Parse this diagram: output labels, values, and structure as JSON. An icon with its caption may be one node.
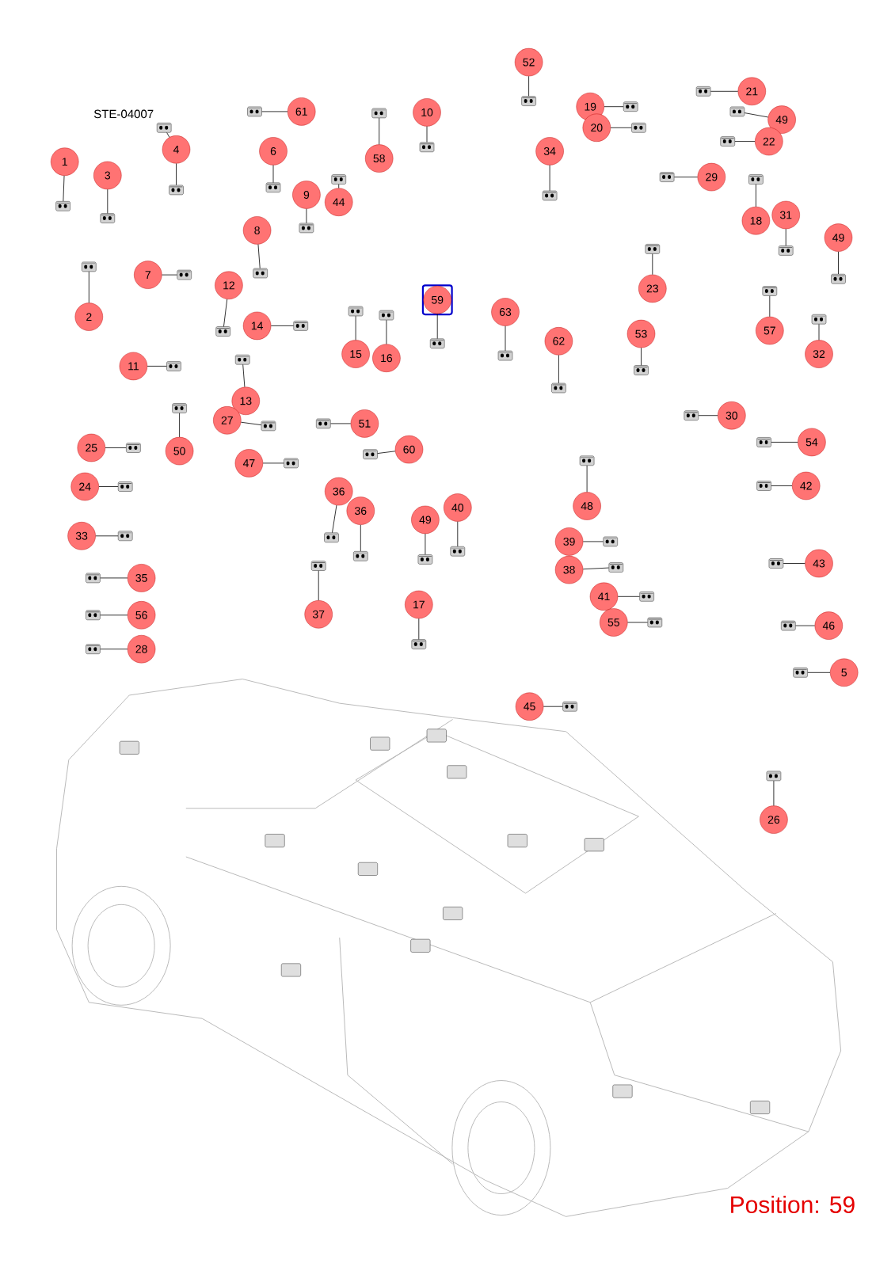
{
  "diagram": {
    "nodes": [
      {
        "text": [
          "1"
        ]
      },
      {
        "text": [
          "3"
        ]
      },
      {
        "text": [
          "2"
        ]
      },
      {
        "text": [
          "4"
        ]
      },
      {
        "text": [
          "61"
        ]
      },
      {
        "text": [
          "6"
        ]
      },
      {
        "text": [
          "7"
        ]
      },
      {
        "text": [
          "8"
        ]
      },
      {
        "text": [
          "9"
        ]
      },
      {
        "text": [
          "44"
        ]
      },
      {
        "text": [
          "10"
        ]
      },
      {
        "text": [
          "58"
        ]
      },
      {
        "text": [
          "52"
        ]
      },
      {
        "text": [
          "34"
        ]
      },
      {
        "text": [
          "19"
        ]
      },
      {
        "text": [
          "20"
        ]
      },
      {
        "text": [
          "21"
        ]
      },
      {
        "text": [
          "49"
        ]
      },
      {
        "text": [
          "22"
        ]
      },
      {
        "text": [
          "29"
        ]
      },
      {
        "text": [
          "18"
        ]
      },
      {
        "text": [
          "31"
        ]
      },
      {
        "text": [
          "49"
        ]
      },
      {
        "text": [
          "23"
        ]
      },
      {
        "text": [
          "57"
        ]
      },
      {
        "text": [
          "32"
        ]
      },
      {
        "text": [
          "12"
        ]
      },
      {
        "text": [
          "14"
        ]
      },
      {
        "text": [
          "15"
        ]
      },
      {
        "text": [
          "16"
        ]
      },
      {
        "text": [
          "59"
        ]
      },
      {
        "text": [
          "63"
        ]
      },
      {
        "text": [
          "11"
        ]
      },
      {
        "text": [
          "13"
        ]
      },
      {
        "text": [
          "62"
        ]
      },
      {
        "text": [
          "53"
        ]
      },
      {
        "text": [
          "27"
        ]
      },
      {
        "text": [
          "51"
        ]
      },
      {
        "text": [
          "50"
        ]
      },
      {
        "text": [
          "30"
        ]
      },
      {
        "text": [
          "25"
        ]
      },
      {
        "text": [
          "47"
        ]
      },
      {
        "text": [
          "60"
        ]
      },
      {
        "text": [
          "54"
        ]
      },
      {
        "text": [
          "24"
        ]
      },
      {
        "text": [
          "36"
        ]
      },
      {
        "text": [
          "36"
        ]
      },
      {
        "text": [
          "42"
        ]
      },
      {
        "text": [
          "48"
        ]
      },
      {
        "text": [
          "49"
        ]
      },
      {
        "text": [
          "40"
        ]
      },
      {
        "text": [
          "33"
        ]
      },
      {
        "text": [
          "39"
        ]
      },
      {
        "text": [
          "38"
        ]
      },
      {
        "text": [
          "43"
        ]
      },
      {
        "text": [
          "35"
        ]
      },
      {
        "text": [
          "41"
        ]
      },
      {
        "text": [
          "37"
        ]
      },
      {
        "text": [
          "17"
        ]
      },
      {
        "text": [
          "56"
        ]
      },
      {
        "text": [
          "55"
        ]
      },
      {
        "text": [
          "46"
        ]
      },
      {
        "text": [
          "28"
        ]
      },
      {
        "text": [
          "5"
        ]
      },
      {
        "text": [
          "45"
        ]
      },
      {
        "text": [
          "26"
        ]
      },
      {
        "text": [],
        "shape": "picture"
      },
      {
        "text": [],
        "shape": "picture"
      },
      {
        "text": [],
        "shape": "picture"
      },
      {
        "text": [],
        "shape": "picture"
      },
      {
        "text": [],
        "shape": "picture"
      },
      {
        "text": [],
        "shape": "picture"
      },
      {
        "text": [],
        "shape": "picture"
      },
      {
        "text": [],
        "shape": "picture"
      },
      {
        "text": [],
        "shape": "picture"
      },
      {
        "text": [],
        "shape": "picture"
      },
      {
        "text": [],
        "shape": "picture"
      },
      {
        "text": [],
        "shape": "picture"
      },
      {
        "text": [],
        "shape": "picture"
      },
      {
        "text": [],
        "shape": "picture"
      },
      {
        "text": [],
        "shape": "picture"
      },
      {
        "text": [],
        "shape": "picture"
      },
      {
        "text": [],
        "shape": "picture"
      },
      {
        "text": [],
        "shape": "picture"
      },
      {
        "text": [],
        "shape": "picture"
      },
      {
        "text": [],
        "shape": "picture"
      },
      {
        "text": [],
        "shape": "picture"
      },
      {
        "text": [],
        "shape": "picture"
      },
      {
        "text": [],
        "shape": "picture"
      },
      {
        "text": [],
        "shape": "picture"
      },
      {
        "text": [],
        "shape": "picture"
      },
      {
        "text": [],
        "shape": "picture"
      },
      {
        "text": [],
        "shape": "picture"
      },
      {
        "text": [],
        "shape": "picture"
      },
      {
        "text": [],
        "shape": "picture"
      },
      {
        "text": [],
        "shape": "picture"
      },
      {
        "text": [],
        "shape": "picture"
      },
      {
        "text": [],
        "shape": "picture"
      },
      {
        "text": [],
        "shape": "picture"
      },
      {
        "text": [],
        "shape": "picture"
      },
      {
        "text": [],
        "shape": "picture"
      },
      {
        "text": [],
        "shape": "picture"
      },
      {
        "text": [],
        "shape": "picture"
      },
      {
        "text": [],
        "shape": "picture"
      },
      {
        "text": [],
        "shape": "picture"
      },
      {
        "text": [],
        "shape": "picture"
      },
      {
        "text": [],
        "shape": "picture"
      },
      {
        "text": [],
        "shape": "picture"
      },
      {
        "text": [],
        "shape": "picture"
      },
      {
        "text": [],
        "shape": "picture"
      },
      {
        "text": [],
        "shape": "picture"
      },
      {
        "text": [],
        "shape": "picture"
      },
      {
        "text": [],
        "shape": "picture"
      },
      {
        "text": [],
        "shape": "picture"
      },
      {
        "text": [],
        "shape": "picture"
      },
      {
        "text": [],
        "shape": "picture"
      },
      {
        "text": [],
        "shape": "picture"
      },
      {
        "text": [],
        "shape": "picture"
      },
      {
        "text": [],
        "shape": "picture"
      },
      {
        "text": [],
        "shape": "picture"
      },
      {
        "text": [],
        "shape": "picture"
      },
      {
        "text": [],
        "shape": "picture"
      },
      {
        "text": [],
        "shape": "picture"
      },
      {
        "text": [],
        "shape": "picture"
      },
      {
        "text": [],
        "shape": "picture"
      },
      {
        "text": [],
        "shape": "picture"
      },
      {
        "text": [],
        "shape": "picture"
      },
      {
        "text": [],
        "shape": "picture"
      },
      {
        "text": [],
        "shape": "picture"
      },
      {
        "text": [],
        "shape": "picture"
      },
      {
        "text": [],
        "shape": "picture"
      },
      {
        "text": [],
        "shape": "picture"
      },
      {
        "text": [],
        "shape": "picture"
      }
    ],
    "edges": [
      {
        "from": 0,
        "to": 66,
        "arrow": "none"
      },
      {
        "from": 1,
        "to": 67,
        "arrow": "none"
      },
      {
        "from": 2,
        "to": 68,
        "arrow": "none"
      },
      {
        "from": 3,
        "to": 69,
        "arrow": "none"
      },
      {
        "from": 3,
        "to": 70,
        "arrow": "none"
      },
      {
        "from": 4,
        "to": 71,
        "arrow": "none"
      },
      {
        "from": 5,
        "to": 72,
        "arrow": "none"
      },
      {
        "from": 6,
        "to": 73,
        "arrow": "none"
      },
      {
        "from": 7,
        "to": 74,
        "arrow": "none"
      },
      {
        "from": 8,
        "to": 75,
        "arrow": "none"
      },
      {
        "from": 9,
        "to": 76,
        "arrow": "none"
      },
      {
        "from": 10,
        "to": 77,
        "arrow": "none"
      },
      {
        "from": 11,
        "to": 78,
        "arrow": "none"
      },
      {
        "from": 12,
        "to": 79,
        "arrow": "none"
      },
      {
        "from": 13,
        "to": 80,
        "arrow": "none"
      },
      {
        "from": 14,
        "to": 81,
        "arrow": "none"
      },
      {
        "from": 15,
        "to": 82,
        "arrow": "none"
      },
      {
        "from": 16,
        "to": 83,
        "arrow": "none"
      },
      {
        "from": 17,
        "to": 84,
        "arrow": "none"
      },
      {
        "from": 18,
        "to": 85,
        "arrow": "none"
      },
      {
        "from": 19,
        "to": 86,
        "arrow": "none"
      },
      {
        "from": 20,
        "to": 87,
        "arrow": "none"
      },
      {
        "from": 21,
        "to": 88,
        "arrow": "none"
      },
      {
        "from": 22,
        "to": 89,
        "arrow": "none"
      },
      {
        "from": 23,
        "to": 90,
        "arrow": "none"
      },
      {
        "from": 24,
        "to": 91,
        "arrow": "none"
      },
      {
        "from": 25,
        "to": 92,
        "arrow": "none"
      },
      {
        "from": 26,
        "to": 93,
        "arrow": "none"
      },
      {
        "from": 27,
        "to": 94,
        "arrow": "none"
      },
      {
        "from": 28,
        "to": 95,
        "arrow": "none"
      },
      {
        "from": 29,
        "to": 96,
        "arrow": "none"
      },
      {
        "from": 30,
        "to": 97,
        "arrow": "none"
      },
      {
        "from": 31,
        "to": 98,
        "arrow": "none"
      },
      {
        "from": 32,
        "to": 99,
        "arrow": "none"
      },
      {
        "from": 33,
        "to": 100,
        "arrow": "none"
      },
      {
        "from": 34,
        "to": 101,
        "arrow": "none"
      },
      {
        "from": 35,
        "to": 102,
        "arrow": "none"
      },
      {
        "from": 36,
        "to": 103,
        "arrow": "none"
      },
      {
        "from": 37,
        "to": 104,
        "arrow": "none"
      },
      {
        "from": 38,
        "to": 105,
        "arrow": "none"
      },
      {
        "from": 39,
        "to": 106,
        "arrow": "none"
      },
      {
        "from": 40,
        "to": 107,
        "arrow": "none"
      },
      {
        "from": 41,
        "to": 108,
        "arrow": "none"
      },
      {
        "from": 42,
        "to": 109,
        "arrow": "none"
      },
      {
        "from": 43,
        "to": 110,
        "arrow": "none"
      },
      {
        "from": 44,
        "to": 111,
        "arrow": "none"
      },
      {
        "from": 45,
        "to": 112,
        "arrow": "none"
      },
      {
        "from": 46,
        "to": 113,
        "arrow": "none"
      },
      {
        "from": 47,
        "to": 114,
        "arrow": "none"
      },
      {
        "from": 48,
        "to": 115,
        "arrow": "none"
      },
      {
        "from": 49,
        "to": 116,
        "arrow": "none"
      },
      {
        "from": 50,
        "to": 117,
        "arrow": "none"
      },
      {
        "from": 51,
        "to": 118,
        "arrow": "none"
      },
      {
        "from": 52,
        "to": 119,
        "arrow": "none"
      },
      {
        "from": 53,
        "to": 120,
        "arrow": "none"
      },
      {
        "from": 54,
        "to": 121,
        "arrow": "none"
      },
      {
        "from": 55,
        "to": 122,
        "arrow": "none"
      },
      {
        "from": 56,
        "to": 123,
        "arrow": "none"
      },
      {
        "from": 57,
        "to": 124,
        "arrow": "none"
      },
      {
        "from": 58,
        "to": 125,
        "arrow": "none"
      },
      {
        "from": 59,
        "to": 126,
        "arrow": "none"
      },
      {
        "from": 60,
        "to": 127,
        "arrow": "none"
      },
      {
        "from": 61,
        "to": 128,
        "arrow": "none"
      },
      {
        "from": 62,
        "to": 129,
        "arrow": "none"
      },
      {
        "from": 63,
        "to": 130,
        "arrow": "none"
      },
      {
        "from": 64,
        "to": 131,
        "arrow": "none"
      },
      {
        "from": 65,
        "to": 132,
        "arrow": "none"
      }
    ],
    "labels": [
      "STE-04007",
      "Position: 59"
    ]
  }
}
